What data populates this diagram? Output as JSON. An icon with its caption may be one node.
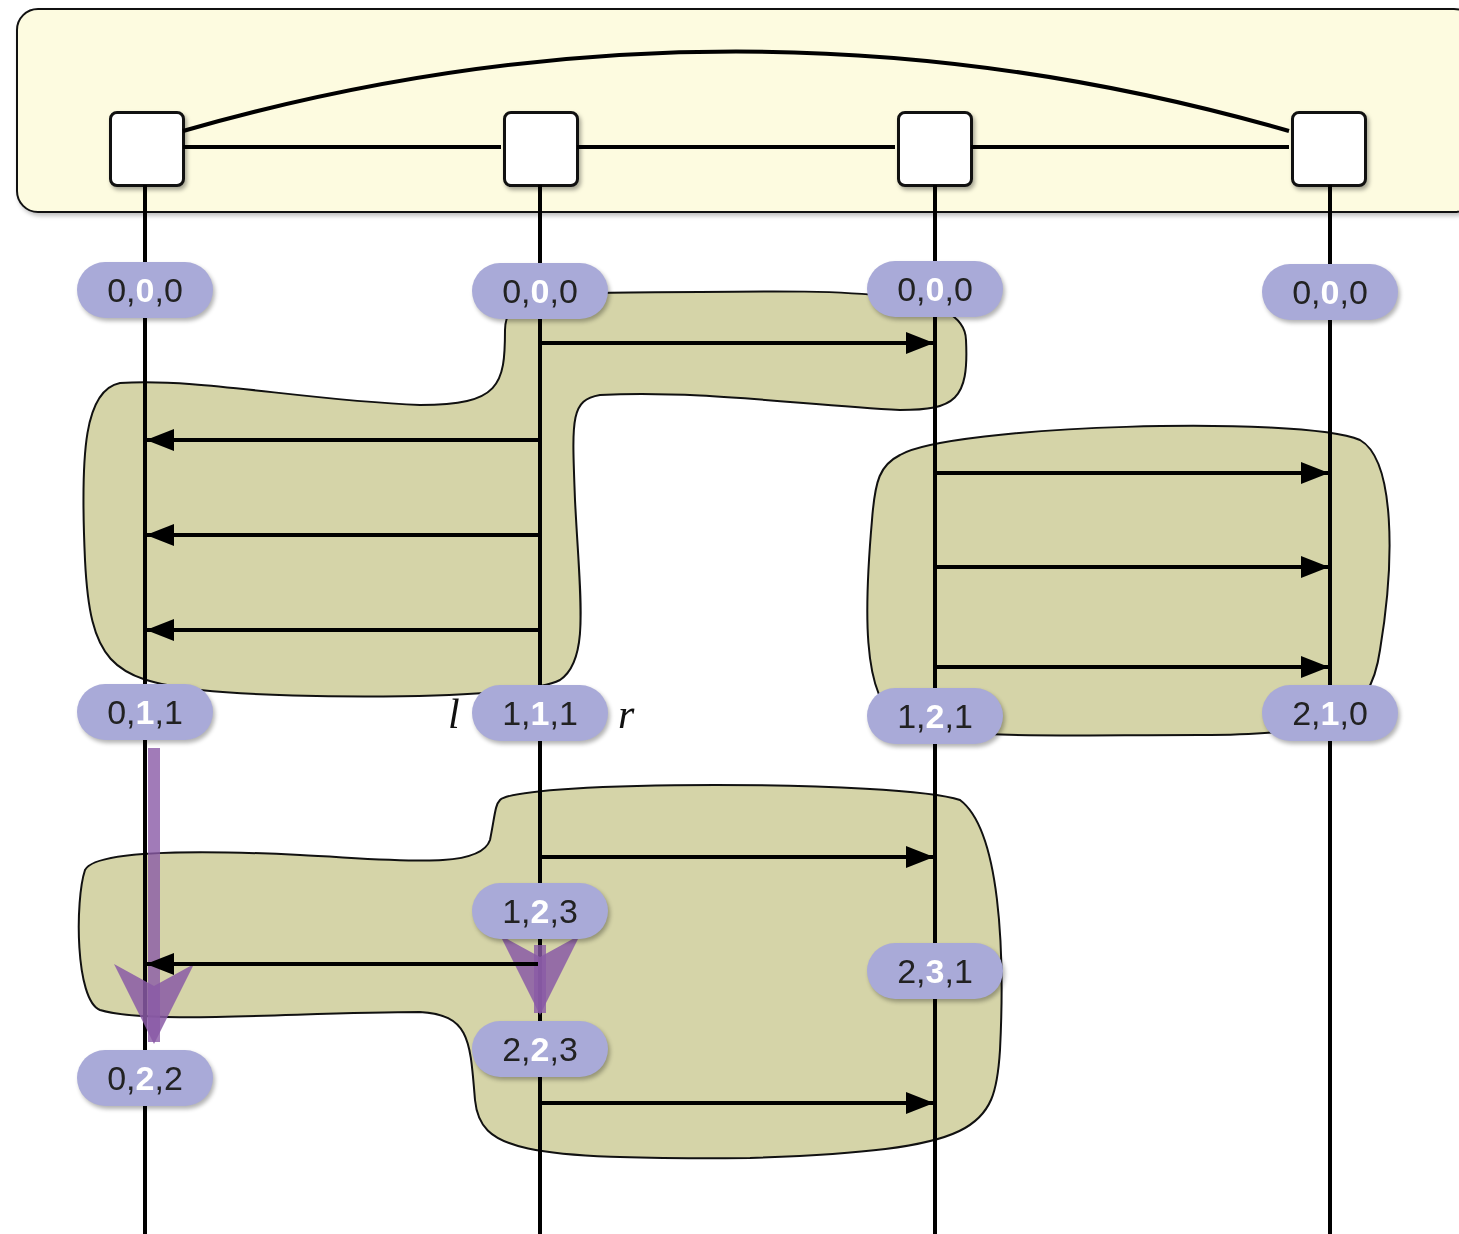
{
  "diagram": {
    "nodes": [
      {
        "text": [],
        "shape": "box"
      },
      {
        "text": [],
        "shape": "box",
        "in": 0
      },
      {
        "text": [],
        "shape": "box",
        "in": 0
      },
      {
        "text": [],
        "shape": "box",
        "in": 0
      },
      {
        "text": [],
        "shape": "box",
        "in": 0
      },
      {
        "text": [
          "0,**0**,0"
        ]
      },
      {
        "text": [
          "0,**0**,0"
        ]
      },
      {
        "text": [
          "0,**0**,0"
        ]
      },
      {
        "text": [
          "0,**0**,0"
        ]
      },
      {
        "text": [
          "0,**1**,1"
        ]
      },
      {
        "text": [
          "1,**1**,1"
        ],
        "beside": [
          "l",
          "r"
        ]
      },
      {
        "text": [
          "1,**2**,1"
        ]
      },
      {
        "text": [
          "2,**1**,0"
        ]
      },
      {
        "text": [
          "1,**2**,3"
        ]
      },
      {
        "text": [
          "2,**3**,1"
        ]
      },
      {
        "text": [
          "2,**2**,3"
        ]
      },
      {
        "text": [
          "0,**2**,2"
        ]
      },
      {
        "text": [],
        "shape": "line"
      },
      {
        "text": [],
        "shape": "line"
      },
      {
        "text": [],
        "shape": "line"
      },
      {
        "text": [],
        "shape": "line"
      },
      {
        "text": [],
        "shape": "line"
      },
      {
        "text": [],
        "shape": "line"
      },
      {
        "text": [],
        "shape": "line"
      },
      {
        "text": [],
        "shape": "line"
      },
      {
        "text": [],
        "shape": "line"
      },
      {
        "text": [],
        "shape": "line"
      },
      {
        "text": [],
        "shape": "line"
      },
      {
        "text": [],
        "shape": "line"
      },
      {
        "text": [],
        "shape": "line"
      },
      {
        "text": [],
        "shape": "line"
      },
      {
        "text": [],
        "shape": "line"
      },
      {
        "text": [],
        "shape": "line"
      }
    ],
    "edges": [
      {
        "from": 1,
        "to": 2,
        "arrow": "none"
      },
      {
        "from": 2,
        "to": 3,
        "arrow": "none"
      },
      {
        "from": 3,
        "to": 4,
        "arrow": "none"
      },
      {
        "from": 1,
        "to": 4,
        "arrow": "none"
      },
      {
        "from": 22,
        "to": 27,
        "arrow": "to"
      },
      {
        "from": 22,
        "to": 18,
        "arrow": "to"
      },
      {
        "from": 27,
        "to": 31,
        "arrow": "to"
      },
      {
        "from": 22,
        "to": 18,
        "arrow": "to"
      },
      {
        "from": 27,
        "to": 31,
        "arrow": "to"
      },
      {
        "from": 22,
        "to": 18,
        "arrow": "to"
      },
      {
        "from": 27,
        "to": 31,
        "arrow": "to"
      },
      {
        "from": 9,
        "to": 16,
        "arrow": "to",
        "style": "thick",
        "color": "#8a5aa6"
      },
      {
        "from": 23,
        "to": 28,
        "arrow": "to"
      },
      {
        "from": 13,
        "to": 15,
        "arrow": "to",
        "style": "thick",
        "color": "#8a5aa6"
      },
      {
        "from": 24,
        "to": 19,
        "arrow": "to"
      },
      {
        "from": 25,
        "to": 29,
        "arrow": "to"
      }
    ]
  }
}
